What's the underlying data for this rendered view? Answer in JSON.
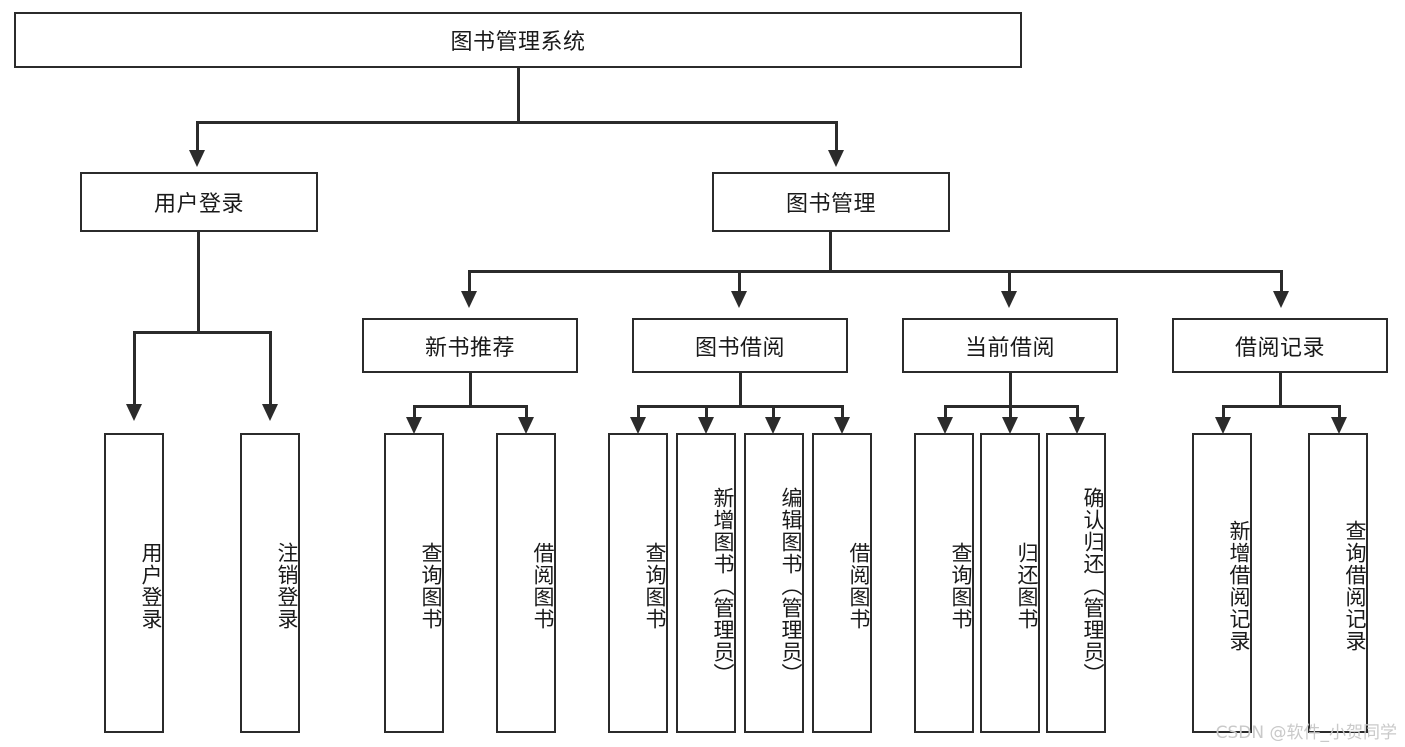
{
  "diagram": {
    "title": "图书管理系统",
    "type": "tree",
    "root": {
      "label": "图书管理系统"
    },
    "level1": [
      {
        "label": "用户登录"
      },
      {
        "label": "图书管理"
      }
    ],
    "level2": [
      {
        "label": "新书推荐",
        "parent": "图书管理"
      },
      {
        "label": "图书借阅",
        "parent": "图书管理"
      },
      {
        "label": "当前借阅",
        "parent": "图书管理"
      },
      {
        "label": "借阅记录",
        "parent": "图书管理"
      }
    ],
    "leaves": {
      "user_login": [
        {
          "label": "用户登录"
        },
        {
          "label": "注销登录"
        }
      ],
      "new_book_recommend": [
        {
          "label": "查询图书"
        },
        {
          "label": "借阅图书"
        }
      ],
      "book_borrow": [
        {
          "label": "查询图书"
        },
        {
          "label": "新增图书（管理员）"
        },
        {
          "label": "编辑图书（管理员）"
        },
        {
          "label": "借阅图书"
        }
      ],
      "current_borrow": [
        {
          "label": "查询图书"
        },
        {
          "label": "归还图书"
        },
        {
          "label": "确认归还（管理员）"
        }
      ],
      "borrow_record": [
        {
          "label": "新增借阅记录"
        },
        {
          "label": "查询借阅记录"
        }
      ]
    }
  },
  "watermark": {
    "text": "CSDN @软件_小贺同学"
  },
  "colors": {
    "stroke": "#2b2b2b",
    "background": "#ffffff",
    "text": "#1a1a1a",
    "watermark": "#c9c9c9"
  }
}
